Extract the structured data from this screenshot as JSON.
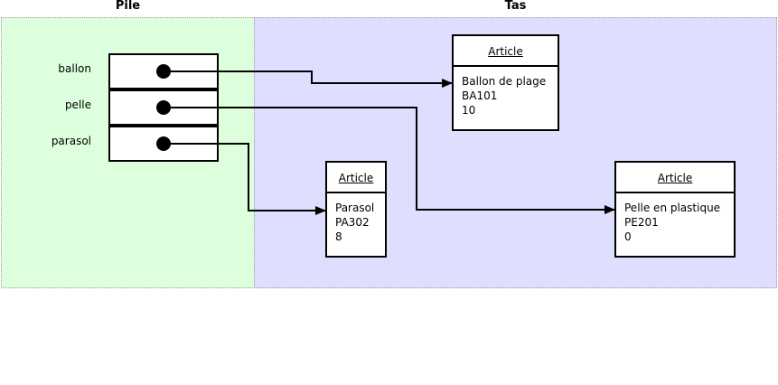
{
  "regions": {
    "pile_title": "Pile",
    "tas_title": "Tas"
  },
  "pile": {
    "variables": [
      {
        "name": "ballon"
      },
      {
        "name": "pelle"
      },
      {
        "name": "parasol"
      }
    ]
  },
  "tas": {
    "objects": [
      {
        "class": "Article",
        "fields": [
          "Ballon de plage",
          "BA101",
          "10"
        ]
      },
      {
        "class": "Article",
        "fields": [
          "Parasol",
          "PA302",
          "8"
        ]
      },
      {
        "class": "Article",
        "fields": [
          "Pelle en plastique",
          "PE201",
          "0"
        ]
      }
    ]
  },
  "colors": {
    "pile_background": "#deffde",
    "tas_background": "#dedeff",
    "lines": "#000000"
  }
}
